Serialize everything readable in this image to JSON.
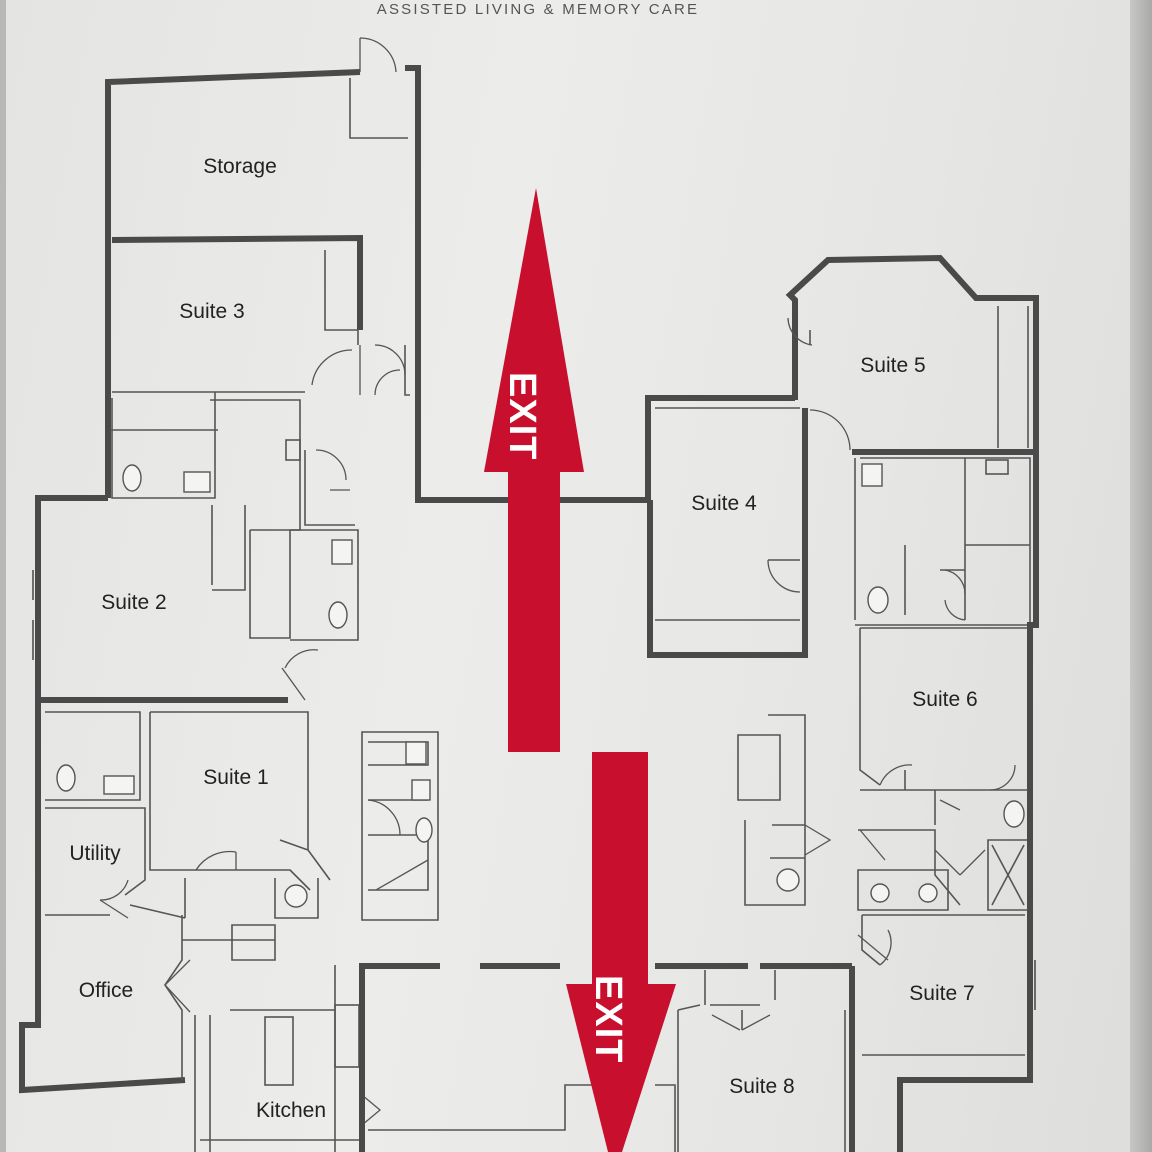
{
  "header": {
    "tagline": "ASSISTED LIVING & MEMORY CARE"
  },
  "rooms": {
    "storage": "Storage",
    "suite3": "Suite 3",
    "suite2": "Suite 2",
    "suite1": "Suite 1",
    "utility": "Utility",
    "office": "Office",
    "kitchen": "Kitchen",
    "suite4": "Suite 4",
    "suite5": "Suite 5",
    "suite6": "Suite 6",
    "suite7": "Suite 7",
    "suite8": "Suite 8"
  },
  "exits": {
    "top": "EXIT",
    "bottom": "EXIT"
  },
  "colors": {
    "exit_red": "#c8102e",
    "wall": "#4a4a4a",
    "paper": "#e8e8e6"
  }
}
